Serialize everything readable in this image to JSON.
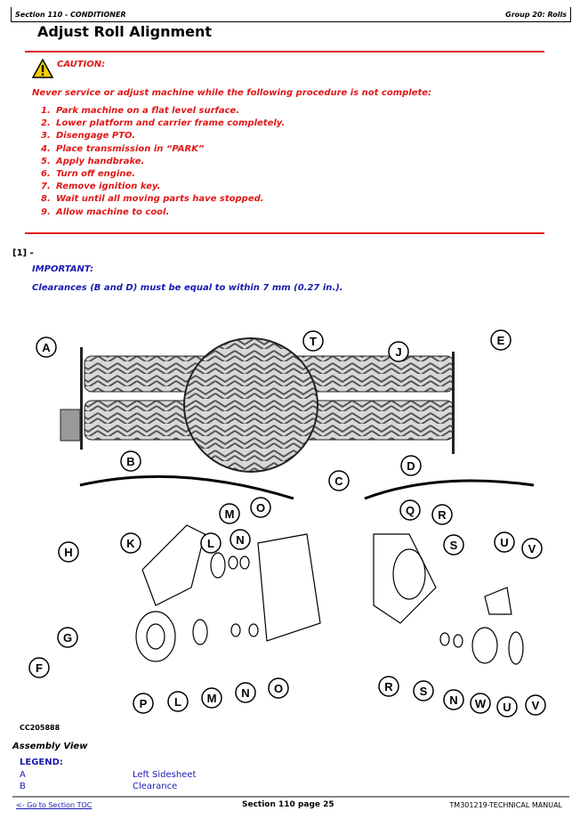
{
  "header": {
    "section": "Section 110 - CONDITIONER",
    "group": "Group 20: Rolls"
  },
  "title": "Adjust Roll Alignment",
  "caution": {
    "label": "CAUTION:",
    "warning": "Never service or adjust machine while the following procedure is not complete:",
    "steps": [
      {
        "num": "1.",
        "text": "Park machine on a flat level surface."
      },
      {
        "num": "2.",
        "text": "Lower platform and carrier frame completely."
      },
      {
        "num": "3.",
        "text": "Disengage PTO."
      },
      {
        "num": "4.",
        "text": "Place transmission in “PARK”"
      },
      {
        "num": "5.",
        "text": "Apply handbrake."
      },
      {
        "num": "6.",
        "text": "Turn off engine."
      },
      {
        "num": "7.",
        "text": "Remove ignition key."
      },
      {
        "num": "8.",
        "text": "Wait until all moving parts have stopped."
      },
      {
        "num": "9.",
        "text": "Allow machine to cool."
      }
    ]
  },
  "step_ref": "[1] -",
  "important": {
    "label": "IMPORTANT:",
    "text": "Clearances (B and D) must be equal to within 7 mm (0.27 in.)."
  },
  "diagram": {
    "callouts": [
      "A",
      "T",
      "J",
      "E",
      "B",
      "C",
      "D",
      "K",
      "M",
      "O",
      "L",
      "N",
      "H",
      "G",
      "F",
      "P",
      "L",
      "M",
      "N",
      "O",
      "Q",
      "R",
      "S",
      "U",
      "V",
      "R",
      "S",
      "N",
      "W",
      "U",
      "V"
    ],
    "figure_id": "CC205888"
  },
  "caption": "Assembly View",
  "legend": {
    "title": "LEGEND:",
    "items": [
      {
        "key": "A",
        "desc": "Left Sidesheet"
      },
      {
        "key": "B",
        "desc": "Clearance"
      }
    ]
  },
  "footer": {
    "toc_link": "<- Go to Section TOC",
    "page": "Section 110 page 25",
    "manual": "TM301219-TECHNICAL MANUAL"
  },
  "colors": {
    "caution": "#e01818",
    "important": "#1a1ab0",
    "rule": "#e02020"
  }
}
